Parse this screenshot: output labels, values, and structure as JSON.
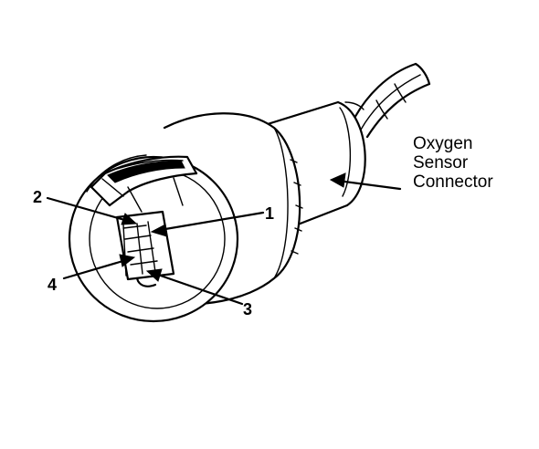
{
  "callout": {
    "line1": "Oxygen",
    "line2": "Sensor",
    "line3": "Connector"
  },
  "pins": [
    {
      "label": "1"
    },
    {
      "label": "2"
    },
    {
      "label": "3"
    },
    {
      "label": "4"
    }
  ],
  "colors": {
    "ink": "#000000",
    "background": "#ffffff"
  }
}
